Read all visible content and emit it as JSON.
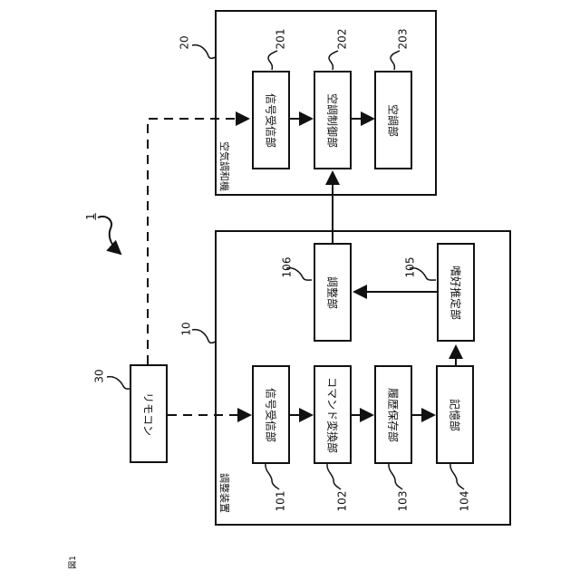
{
  "figure_label": "図1",
  "system_ref": "1",
  "remote": {
    "ref": "30",
    "label": "リモコン"
  },
  "air_conditioner": {
    "ref": "20",
    "title": "空気調和機",
    "blocks": [
      {
        "ref": "201",
        "label": "信号受信部"
      },
      {
        "ref": "202",
        "label": "空調制御部"
      },
      {
        "ref": "203",
        "label": "空調部"
      }
    ]
  },
  "adjuster": {
    "ref": "10",
    "title": "調整装置",
    "blocks": [
      {
        "ref": "101",
        "label": "信号受信部"
      },
      {
        "ref": "102",
        "label": "コマンド変換部"
      },
      {
        "ref": "103",
        "label": "履歴保存部"
      },
      {
        "ref": "104",
        "label": "記憶部"
      },
      {
        "ref": "105",
        "label": "嗜好推定部"
      },
      {
        "ref": "106",
        "label": "調整部"
      }
    ]
  }
}
